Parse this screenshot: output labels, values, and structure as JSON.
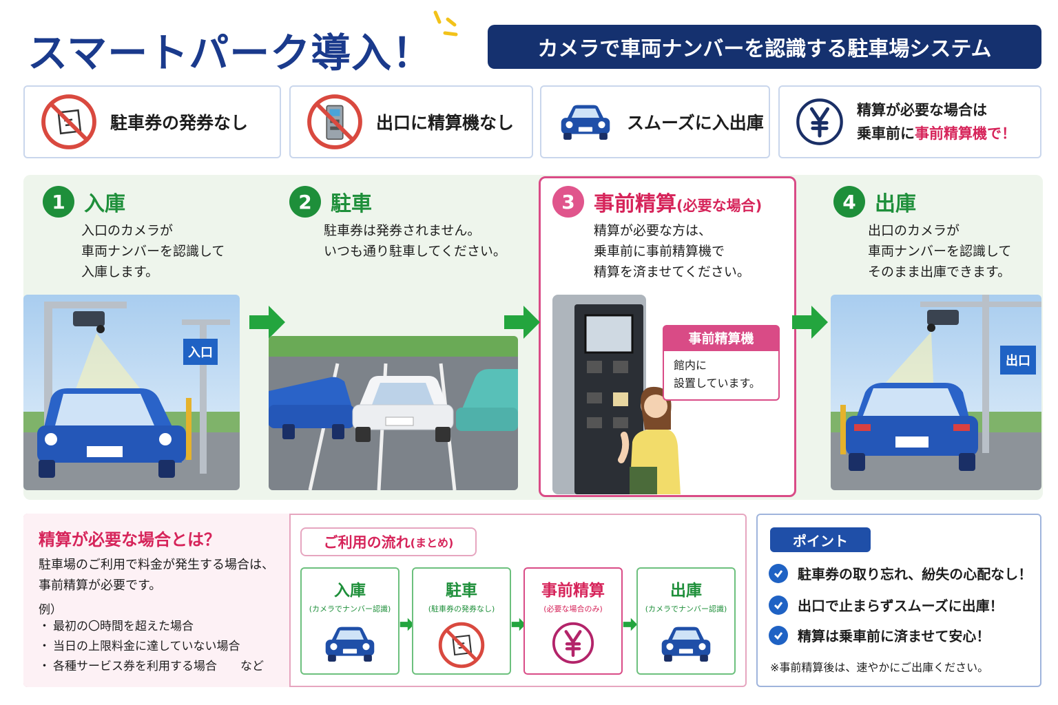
{
  "header": {
    "title": "スマートパーク導入！",
    "subtitle": "カメラで車両ナンバーを認識する駐車場システム"
  },
  "features": [
    {
      "icon": "no-ticket-icon",
      "label": "駐車券の発券なし"
    },
    {
      "icon": "no-payment-machine-icon",
      "label": "出口に精算機なし"
    },
    {
      "icon": "car-icon",
      "label": "スムーズに入出庫"
    },
    {
      "icon": "yen-icon",
      "line1": "精算が必要な場合は",
      "line2_prefix": "乗車前に",
      "line2_highlight": "事前精算機で！"
    }
  ],
  "steps": [
    {
      "number": "1",
      "title": "入庫",
      "desc": [
        "入口のカメラが",
        "車両ナンバーを認識して",
        "入庫します。"
      ],
      "sign": "入口"
    },
    {
      "number": "2",
      "title": "駐車",
      "desc": [
        "駐車券は発券されません。",
        "いつも通り駐車してください。"
      ]
    },
    {
      "number": "3",
      "title": "事前精算",
      "title_note": "(必要な場合)",
      "desc": [
        "精算が必要な方は、",
        "乗車前に事前精算機で",
        "精算を済ませてください。"
      ]
    },
    {
      "number": "4",
      "title": "出庫",
      "desc": [
        "出口のカメラが",
        "車両ナンバーを認識して",
        "そのまま出庫できます。"
      ],
      "sign": "出口"
    }
  ],
  "callout": {
    "title": "事前精算機",
    "line1": "館内に",
    "line2": "設置しています。"
  },
  "when_needed": {
    "title": "精算が必要な場合とは？",
    "text1": "駐車場のご利用で料金が発生する場合は、",
    "text2": "事前精算が必要です。",
    "example_label": "例）",
    "examples": [
      "最初の〇時間を超えた場合",
      "当日の上限料金に達していない場合",
      "各種サービス券を利用する場合　　など"
    ]
  },
  "flow": {
    "title": "ご利用の流れ",
    "title_note": "(まとめ)",
    "items": [
      {
        "label": "入庫",
        "sub": "(カメラでナンバー認識)",
        "icon": "car-icon"
      },
      {
        "label": "駐車",
        "sub": "(駐車券の発券なし)",
        "icon": "no-ticket-icon"
      },
      {
        "label": "事前精算",
        "sub": "(必要な場合のみ)",
        "icon": "yen-icon"
      },
      {
        "label": "出庫",
        "sub": "(カメラでナンバー認識)",
        "icon": "car-icon"
      }
    ]
  },
  "points": {
    "label": "ポイント",
    "items": [
      "駐車券の取り忘れ、紛失の心配なし！",
      "出口で止まらずスムーズに出庫！",
      "精算は乗車前に済ませて安心！"
    ],
    "note": "※事前精算後は、速やかにご出庫ください。"
  },
  "colors": {
    "navy": "#15316f",
    "green": "#1e8f3a",
    "pink": "#d6245a",
    "blue": "#1f62c4"
  }
}
